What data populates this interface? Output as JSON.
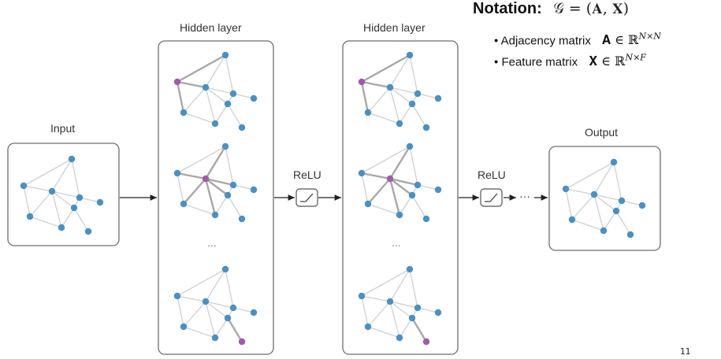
{
  "notation": {
    "title": "Notation:",
    "graph_def": "𝒢 = (𝐀, 𝐗)",
    "items": [
      {
        "label": "Adjacency matrix",
        "symbol": "𝐀 ∈ ℝ",
        "superscript": "N×N"
      },
      {
        "label": "Feature matrix",
        "symbol": "𝐗 ∈ ℝ",
        "superscript": "N×F"
      }
    ],
    "bullet_char": "•"
  },
  "labels": {
    "input": "Input",
    "hidden1": "Hidden layer",
    "hidden2": "Hidden layer",
    "output": "Output",
    "relu1": "ReLU",
    "relu2": "ReLU",
    "ellipsis_h": "···",
    "ellipsis_v1": "...",
    "ellipsis_v2": "..."
  },
  "page_number": "11",
  "colors": {
    "node": "#4a90c4",
    "highlight_node": "#a05ca8",
    "edge": "#d0d0d0",
    "highlight_edge": "#a8a8a8",
    "panel_border": "#6e6e6e",
    "arrow": "#222222"
  }
}
